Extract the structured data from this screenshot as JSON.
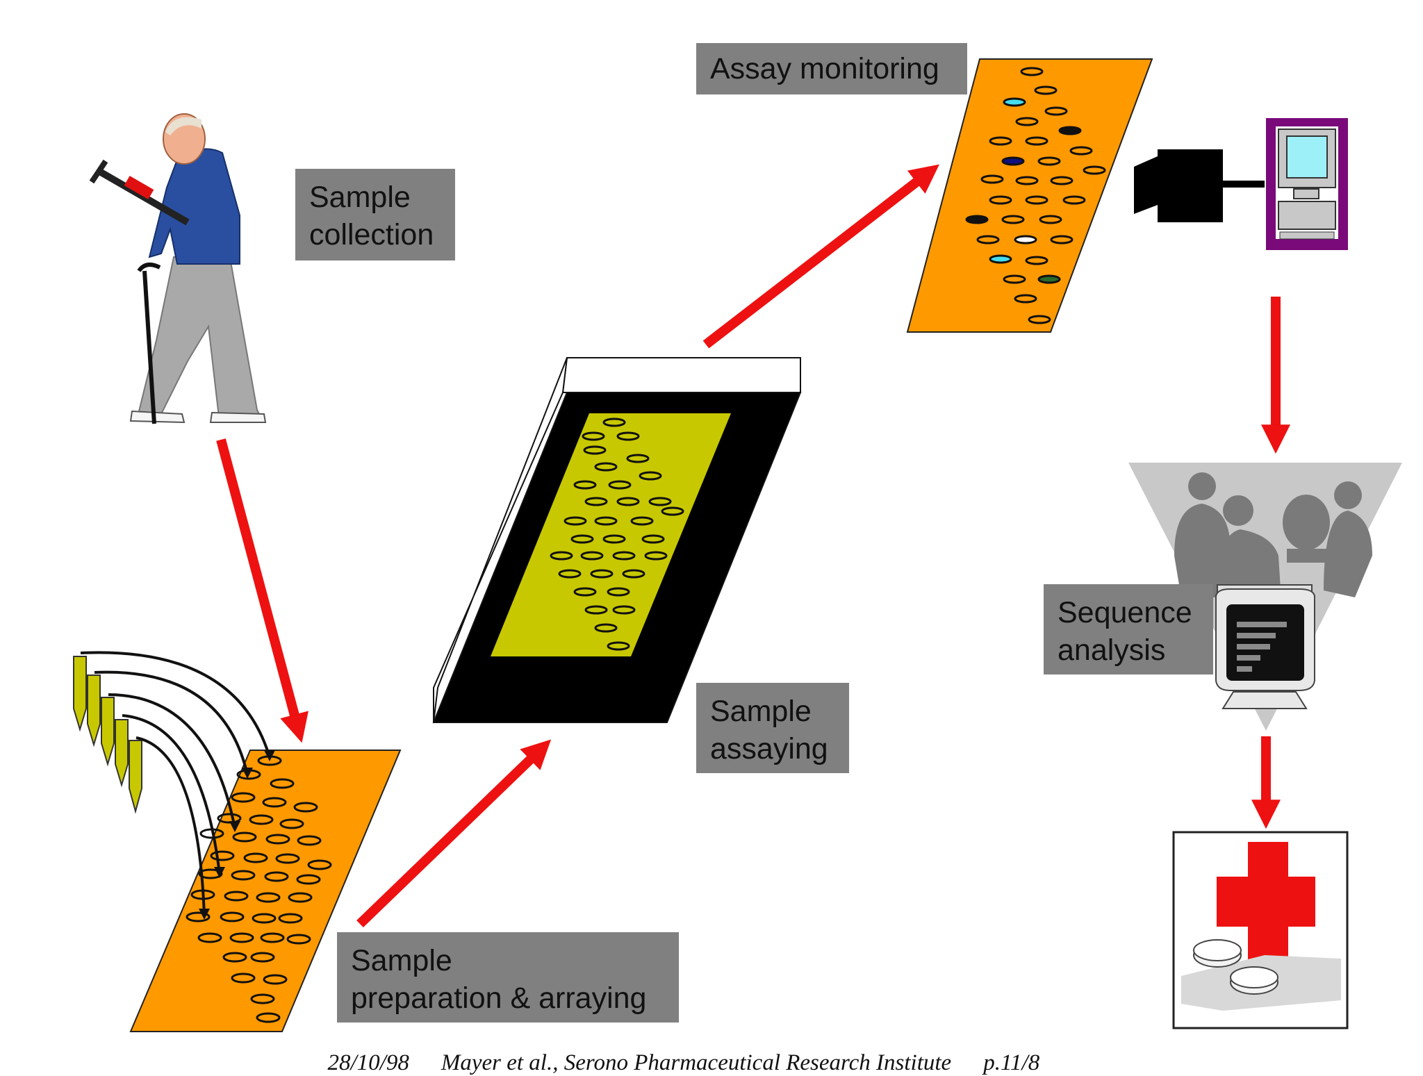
{
  "labels": {
    "sample_collection": [
      "Sample",
      "collection"
    ],
    "sample_preparation": [
      "Sample",
      "preparation & arraying"
    ],
    "sample_assaying": [
      "Sample",
      "assaying"
    ],
    "assay_monitoring": [
      "Assay monitoring"
    ],
    "sequence_analysis": [
      "Sequence",
      "analysis"
    ]
  },
  "footer": {
    "date": "28/10/98",
    "author": "Mayer et al., Serono Pharmaceutical Research Institute",
    "page": "p.11/8"
  },
  "colors": {
    "arrow": "#ee1111",
    "orange_plate": "#ff9900",
    "yellow_plate": "#c8c800",
    "label_bg": "#808080",
    "monitor_purple": "#7a0a7a",
    "cross_red": "#ee1111",
    "well_cyan": "#44ddee",
    "well_navy": "#101080",
    "well_green": "#2a6a2a"
  },
  "icons": [
    "syringe-icon",
    "camera-icon",
    "computer-icon",
    "monitor-icon",
    "red-cross-icon",
    "pill-icon",
    "pipette-icon"
  ]
}
